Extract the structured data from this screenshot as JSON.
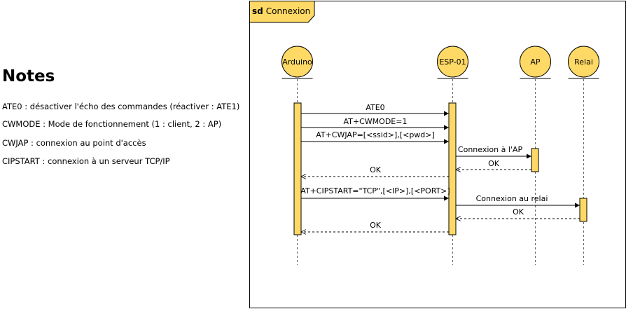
{
  "notes": {
    "title": "Notes",
    "lines": [
      "ATE0 : désactiver l'écho des commandes (réactiver : ATE1)",
      "CWMODE : Mode de fonctionnement (1 : client, 2 : AP)",
      "CWJAP : connexion au point d'accès",
      "CIPSTART : connexion à un serveur TCP/IP"
    ]
  },
  "frame": {
    "keyword": "sd",
    "name": "Connexion"
  },
  "participants": [
    "Arduino",
    "ESP-01",
    "AP",
    "Relai"
  ],
  "messages": [
    {
      "from": "Arduino",
      "to": "ESP-01",
      "label": "ATE0",
      "kind": "sync"
    },
    {
      "from": "Arduino",
      "to": "ESP-01",
      "label": "AT+CWMODE=1",
      "kind": "sync"
    },
    {
      "from": "Arduino",
      "to": "ESP-01",
      "label": "AT+CWJAP=[<ssid>],[<pwd>]",
      "kind": "sync"
    },
    {
      "from": "ESP-01",
      "to": "AP",
      "label": "Connexion à l'AP",
      "kind": "sync"
    },
    {
      "from": "AP",
      "to": "ESP-01",
      "label": "OK",
      "kind": "return"
    },
    {
      "from": "ESP-01",
      "to": "Arduino",
      "label": "OK",
      "kind": "return"
    },
    {
      "from": "Arduino",
      "to": "ESP-01",
      "label": "AT+CIPSTART=\"TCP\",[<IP>],[<PORT>]",
      "kind": "sync"
    },
    {
      "from": "ESP-01",
      "to": "Relai",
      "label": "Connexion au relai",
      "kind": "sync"
    },
    {
      "from": "Relai",
      "to": "ESP-01",
      "label": "OK",
      "kind": "return"
    },
    {
      "from": "ESP-01",
      "to": "Arduino",
      "label": "OK",
      "kind": "return"
    }
  ],
  "colors": {
    "fill": "#ffd966",
    "stroke": "#000000",
    "lifeline": "#666666"
  }
}
